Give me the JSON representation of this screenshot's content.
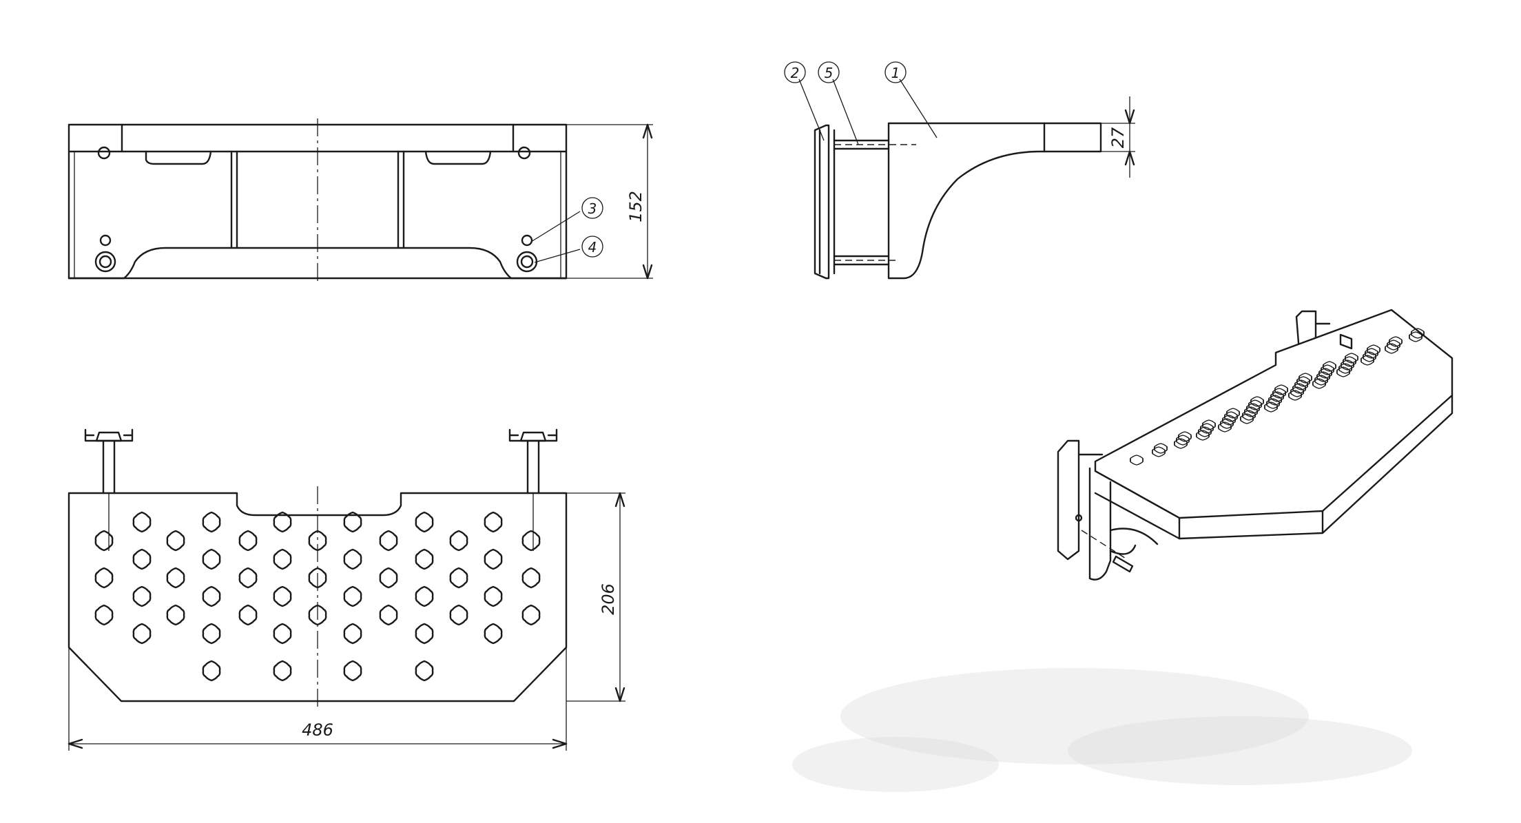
{
  "dimensions": {
    "front_height": "152",
    "side_flange": "27",
    "plan_depth": "206",
    "plan_width": "486"
  },
  "balloons": {
    "front": [
      "3",
      "4"
    ],
    "side": [
      "2",
      "5",
      "1"
    ]
  },
  "colors": {
    "line": "#1a1a1a",
    "background": "#ffffff"
  },
  "icons": {
    "perforation": "star-flower-hole-icon",
    "mounting_bolt": "bolt-icon"
  }
}
